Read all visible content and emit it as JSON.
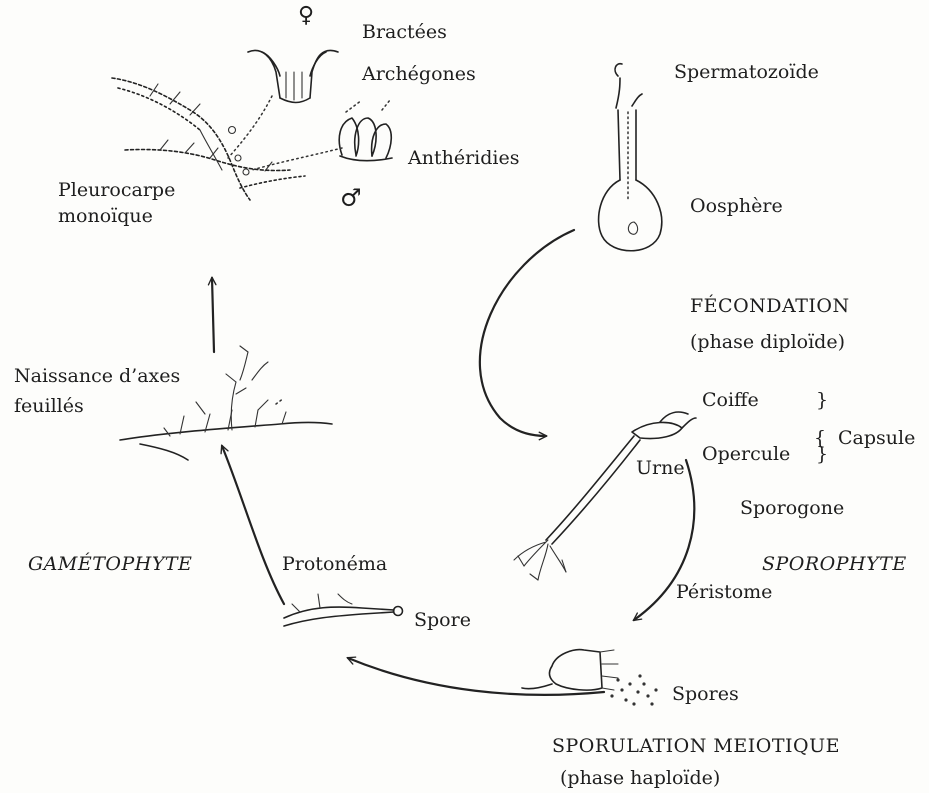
{
  "labels": {
    "bractees": "Bractées",
    "archegones": "Archégones",
    "antheridies": "Anthéridies",
    "pleurocarpe_line1": "Pleurocarpe",
    "pleurocarpe_line2": "monoïque",
    "spermatozoide": "Spermatozoïde",
    "oosphere": "Oosphère",
    "fecondation": "FÉCONDATION",
    "phase_diploide": "(phase diploïde)",
    "coiffe": "Coiffe",
    "opercule": "Opercule",
    "capsule": "Capsule",
    "urne": "Urne",
    "sporogone": "Sporogone",
    "sporophyte": "SPOROPHYTE",
    "peristome": "Péristome",
    "spores": "Spores",
    "sporulation": "SPORULATION MEIOTIQUE",
    "phase_haploide": "(phase haploïde)",
    "spore": "Spore",
    "protonema": "Protonéma",
    "gametophyte": "GAMÉTOPHYTE",
    "naissance_line1": "Naissance d’axes",
    "naissance_line2": "feuillés",
    "brace1": "}",
    "brace2": "}",
    "brace3": "}"
  },
  "symbols": {
    "female": "♀",
    "male": "♂"
  }
}
